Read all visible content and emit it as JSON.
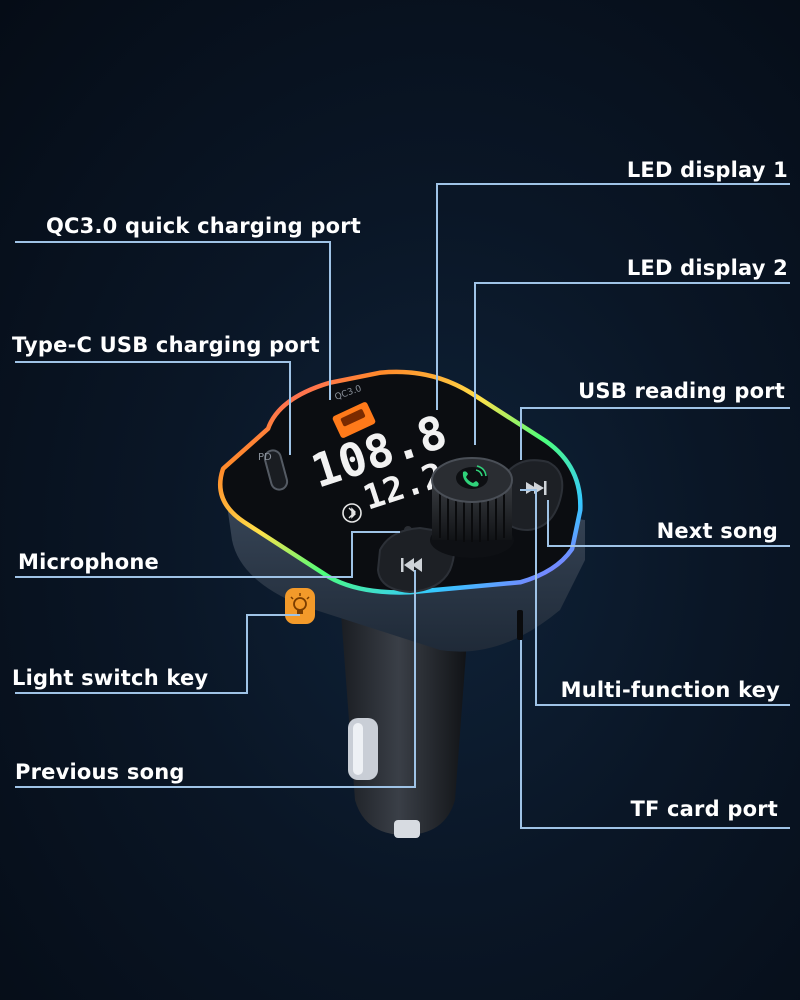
{
  "labels": {
    "led_display_1": "LED display 1",
    "qc30_port": "QC3.0 quick charging port",
    "led_display_2": "LED display 2",
    "type_c_port": "Type-C USB charging port",
    "usb_reading_port": "USB reading port",
    "next_song": "Next song",
    "microphone": "Microphone",
    "light_switch_key": "Light switch key",
    "multi_function_key": "Multi-function key",
    "previous_song": "Previous song",
    "tf_card_port": "TF card port"
  },
  "device": {
    "display_1": "108.8",
    "display_2": "12.2",
    "pd_port_label": "PD",
    "qc_port_label": "QC3.0"
  },
  "colors": {
    "background": "#0a1626",
    "leader_line": "#9fc3e6",
    "label_text": "#ffffff",
    "led_digits": "#f2f2f2",
    "button_orange": "#f39a2a",
    "phone_icon_green": "#2fd27a"
  },
  "icons": [
    "bluetooth-icon",
    "phone-call-icon",
    "previous-track-icon",
    "next-track-icon",
    "light-bulb-icon",
    "usb-a-port-icon",
    "usb-c-port-icon"
  ]
}
